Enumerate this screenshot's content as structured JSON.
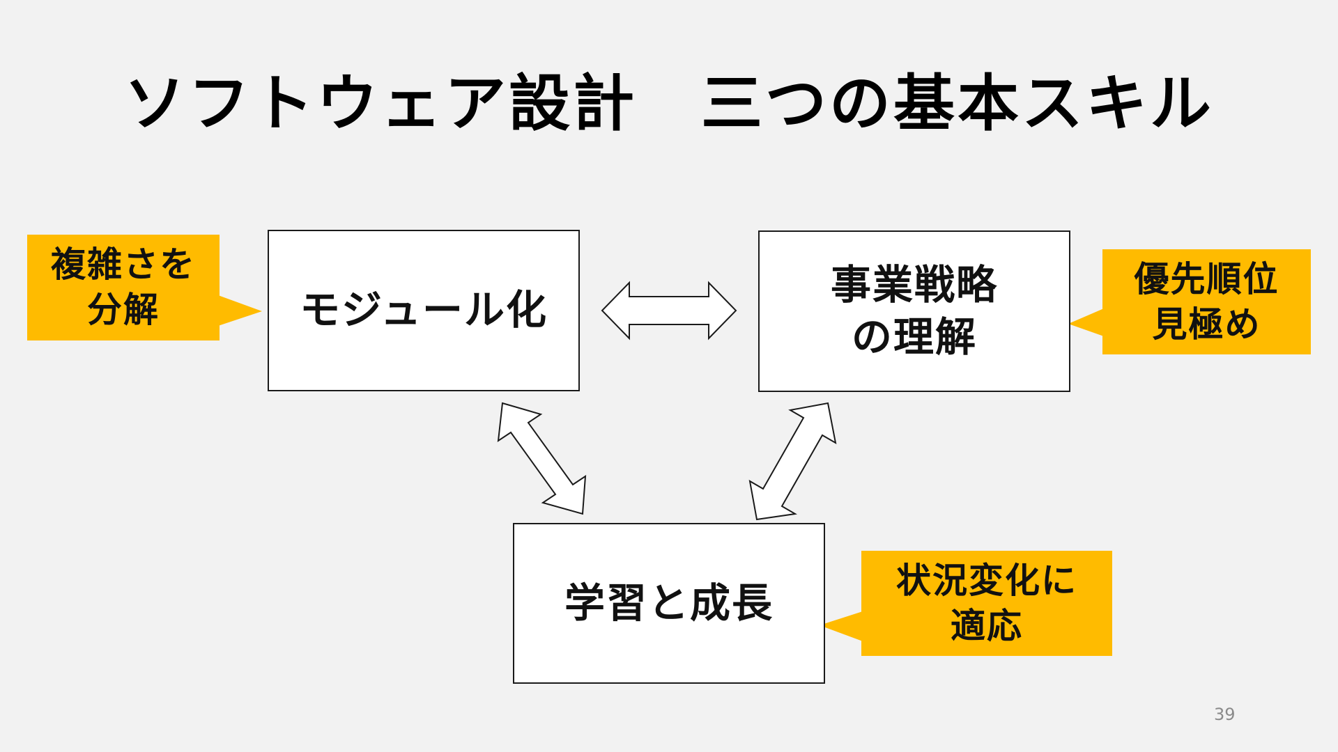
{
  "slide": {
    "title": "ソフトウェア設計　三つの基本スキル",
    "page_number": "39"
  },
  "nodes": {
    "modular": {
      "label": "モジュール化"
    },
    "business": {
      "label": "事業戦略\nの理解"
    },
    "learning": {
      "label": "学習と成長"
    }
  },
  "callouts": {
    "complexity": {
      "text": "複雑さを\n分解"
    },
    "priority": {
      "text": "優先順位\n見極め"
    },
    "adapt": {
      "text": "状況変化に\n適応"
    }
  },
  "colors": {
    "background": "#f2f2f2",
    "callout": "#ffbb00",
    "box_border": "#1a1a1a",
    "arrow_fill": "#ffffff",
    "arrow_stroke": "#1a1a1a"
  },
  "relations": [
    {
      "from": "modular",
      "to": "business",
      "type": "double-arrow"
    },
    {
      "from": "modular",
      "to": "learning",
      "type": "double-arrow"
    },
    {
      "from": "business",
      "to": "learning",
      "type": "double-arrow"
    }
  ]
}
